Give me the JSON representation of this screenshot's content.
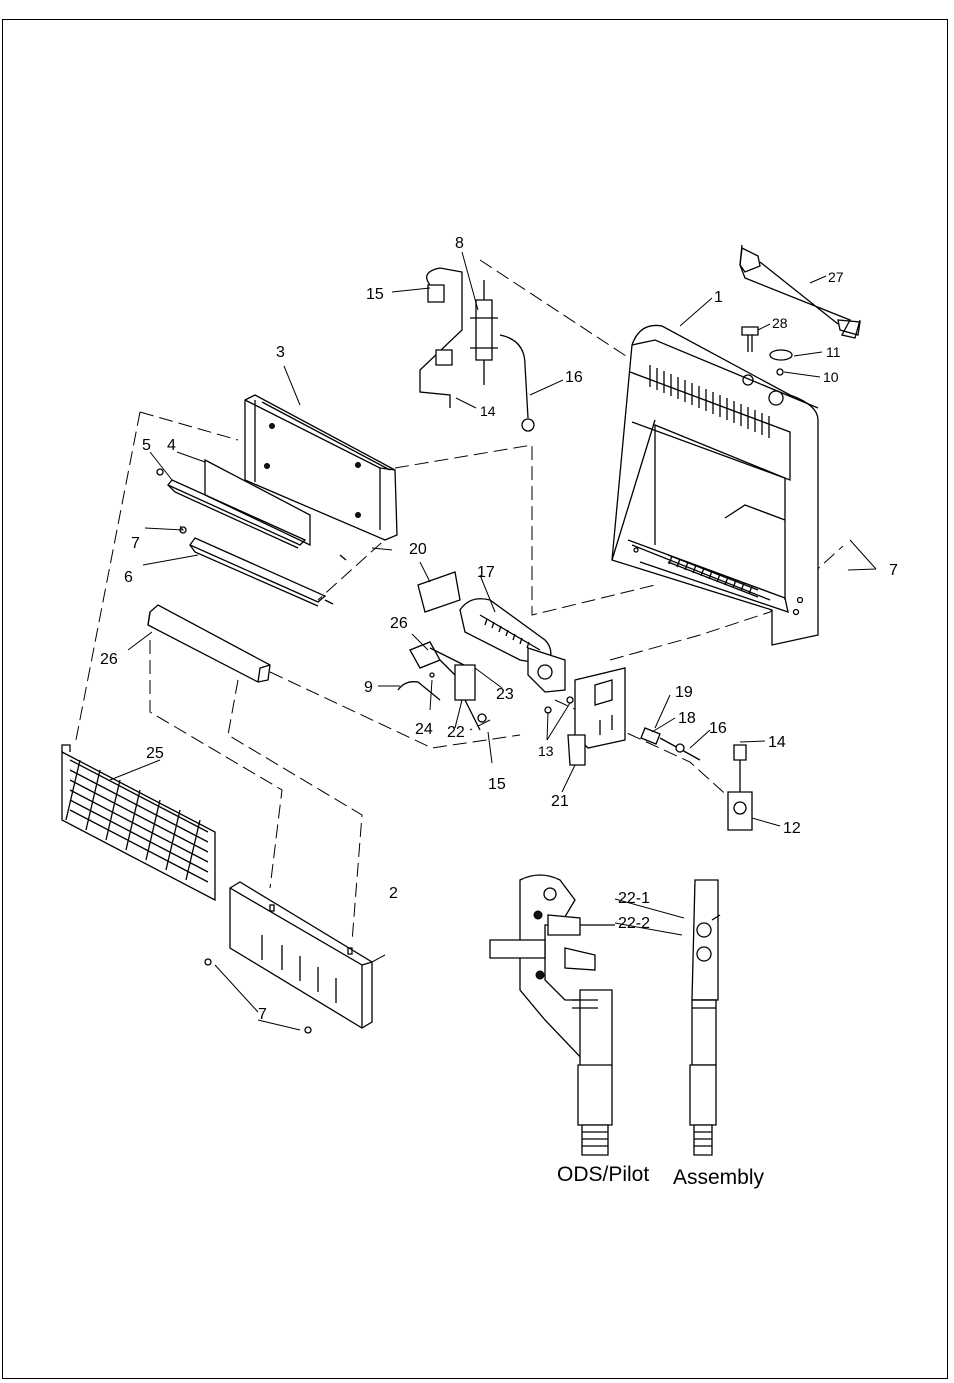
{
  "colors": {
    "ink": "#000000",
    "paper": "#ffffff"
  },
  "callouts": {
    "c1": "1",
    "c2": "2",
    "c3": "3",
    "c4": "4",
    "c5": "5",
    "c6": "6",
    "c7a": "7",
    "c7b": "7",
    "c7c": "7",
    "c8": "8",
    "c9": "9",
    "c10": "10",
    "c11": "11",
    "c12": "12",
    "c13": "13",
    "c14a": "14",
    "c14b": "14",
    "c15a": "15",
    "c15b": "15",
    "c16a": "16",
    "c16b": "16",
    "c17": "17",
    "c18": "18",
    "c19": "19",
    "c20": "20",
    "c21": "21",
    "c22": "22",
    "c22_1": "22-1",
    "c22_2": "22-2",
    "c23": "23",
    "c24": "24",
    "c25": "25",
    "c26a": "26",
    "c26b": "26",
    "c27": "27",
    "c28": "28"
  },
  "caption": {
    "line_a": "ODS/Pilot",
    "line_b": "Assembly"
  }
}
